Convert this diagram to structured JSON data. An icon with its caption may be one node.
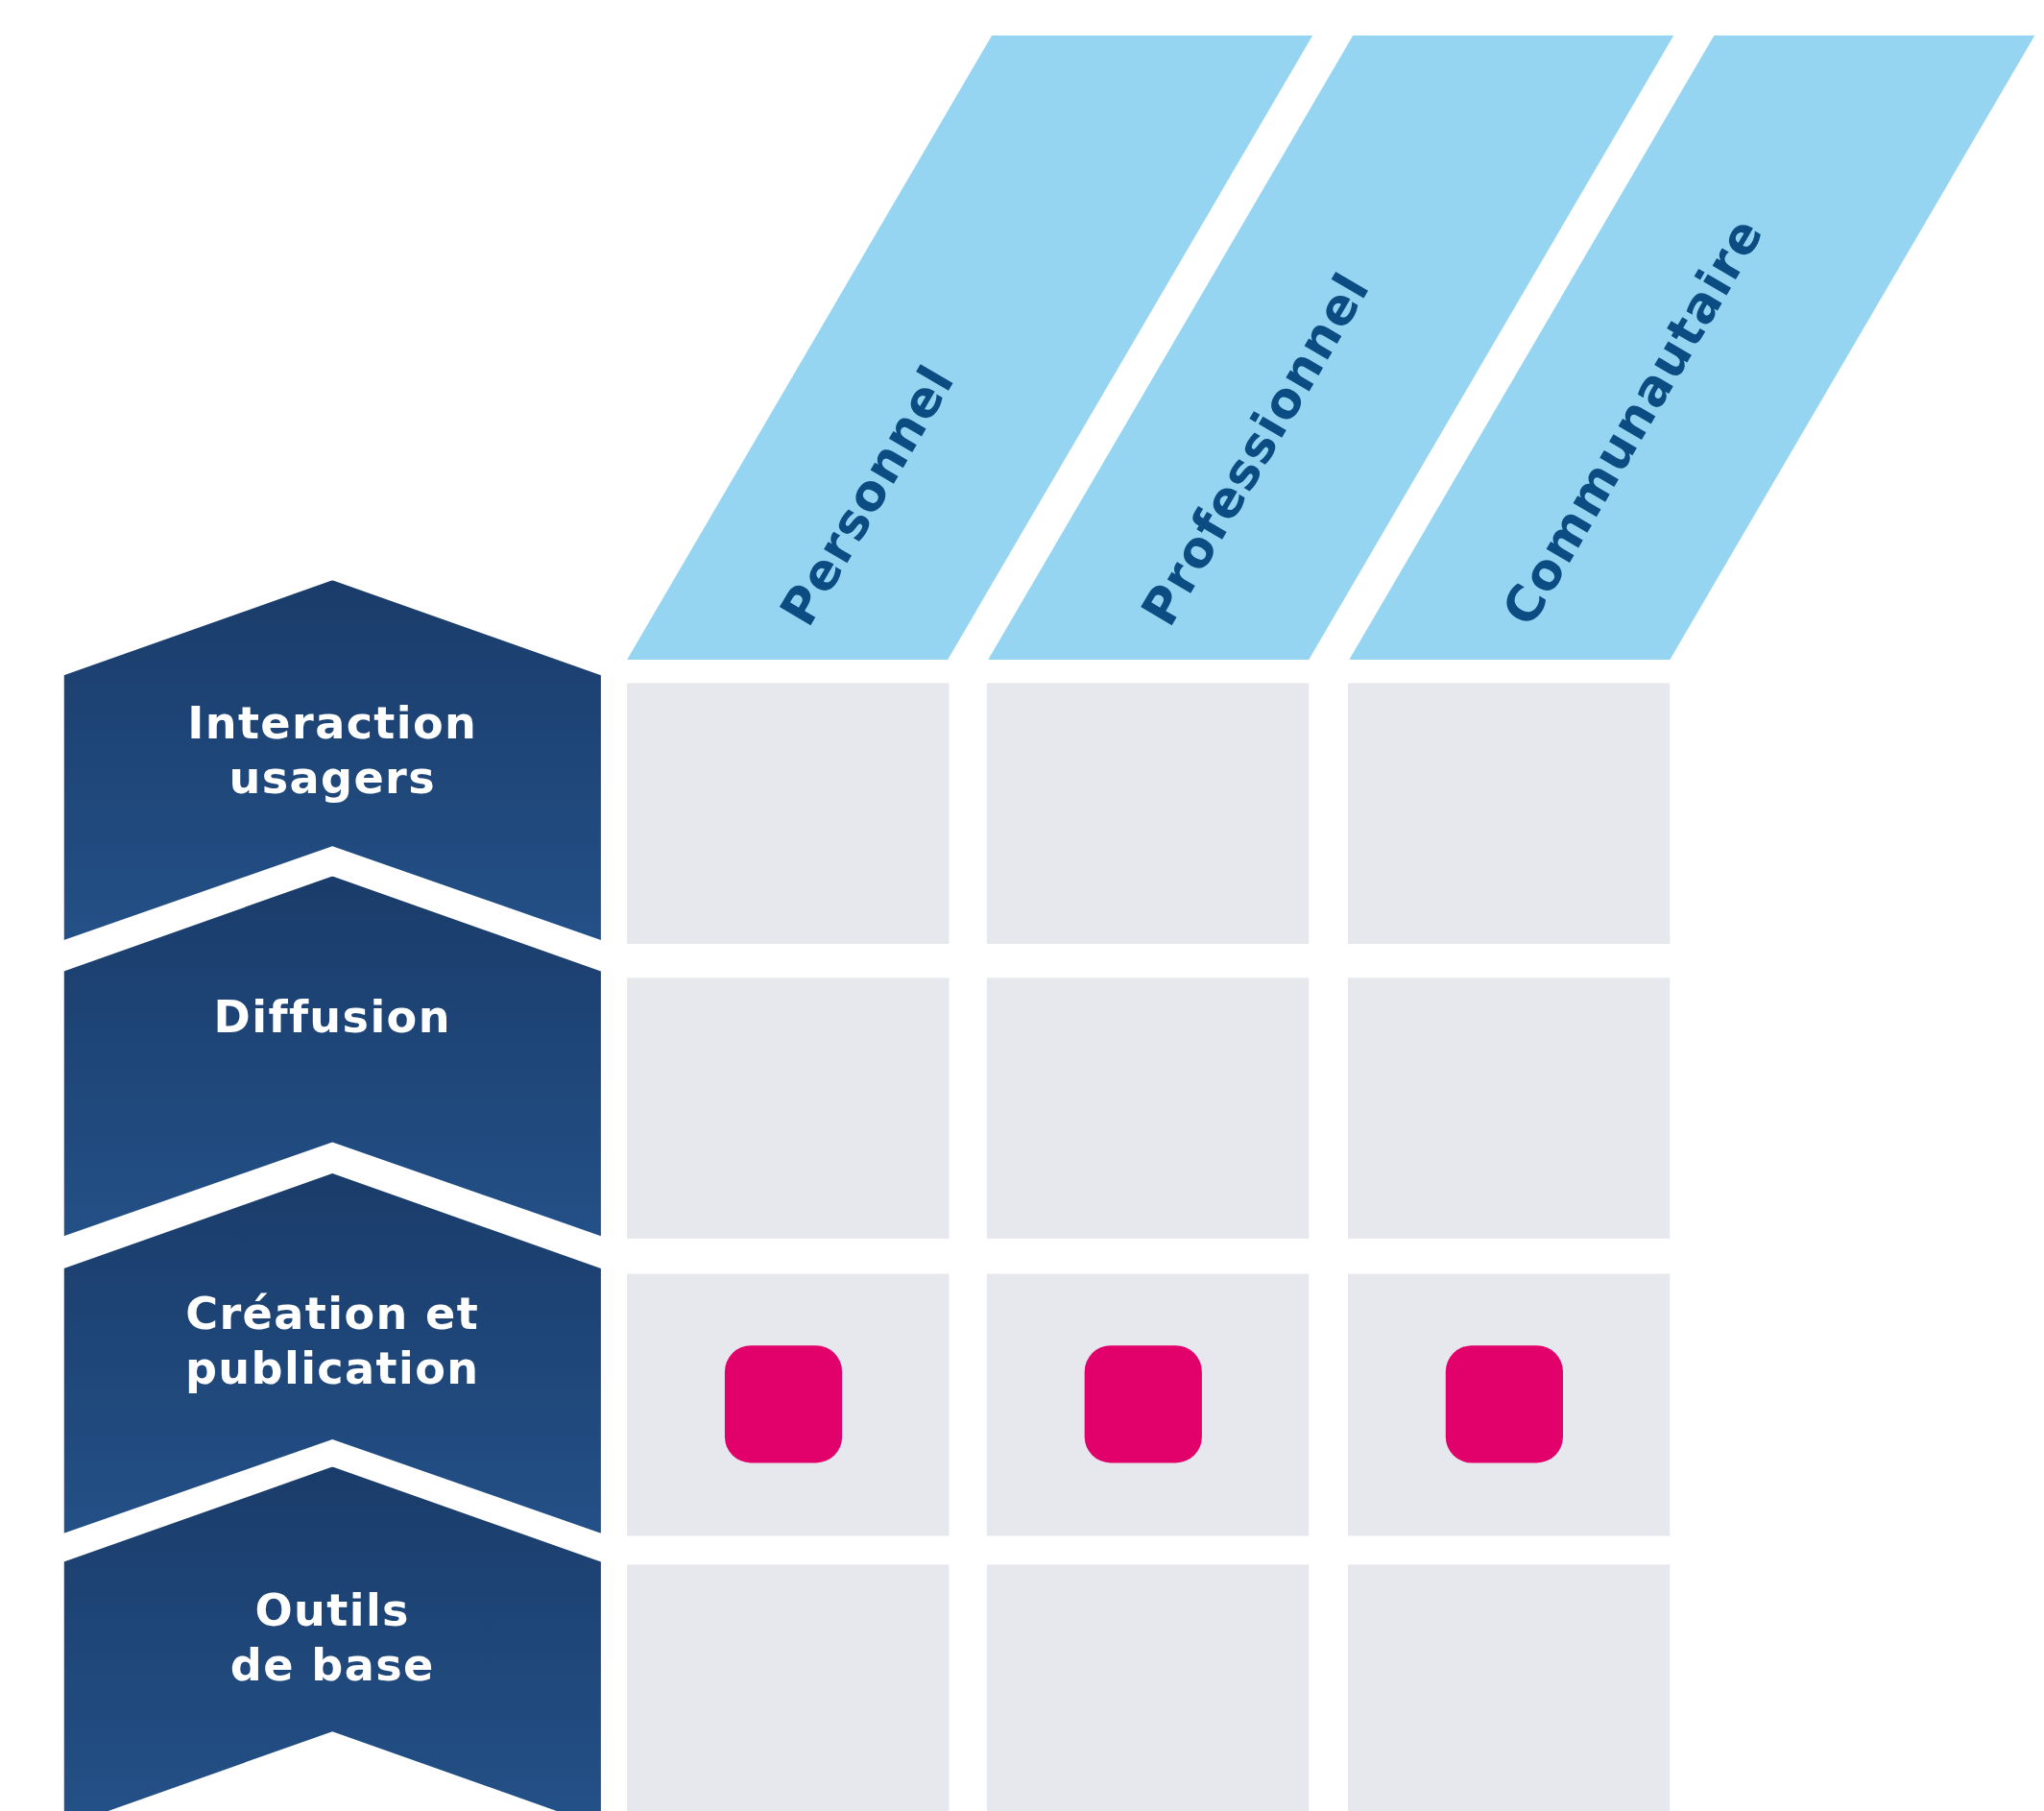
{
  "diagram": {
    "nodes": [
      {
        "text": [
          "Personnel"
        ]
      },
      {
        "text": [
          "Professionnel"
        ]
      },
      {
        "text": [
          "Communautaire"
        ]
      },
      {
        "text": [
          "Interaction usagers"
        ]
      },
      {
        "text": [
          "Diffusion"
        ]
      },
      {
        "text": [
          "Création et publication"
        ]
      },
      {
        "text": [
          "Outils de base"
        ]
      },
      {
        "text": [],
        "shape": "box"
      },
      {
        "text": [],
        "shape": "box"
      },
      {
        "text": [],
        "shape": "box"
      },
      {
        "text": [],
        "shape": "box"
      },
      {
        "text": [],
        "shape": "box"
      },
      {
        "text": [],
        "shape": "box"
      },
      {
        "text": [],
        "shape": "box"
      },
      {
        "text": [],
        "shape": "box"
      },
      {
        "text": [],
        "shape": "box"
      },
      {
        "text": [],
        "shape": "box"
      },
      {
        "text": [],
        "shape": "box"
      },
      {
        "text": [],
        "shape": "box"
      },
      {
        "text": [],
        "shape": "box",
        "in": 13
      },
      {
        "text": [],
        "shape": "box",
        "in": 14
      },
      {
        "text": [],
        "shape": "box",
        "in": 15
      }
    ],
    "edges": []
  }
}
